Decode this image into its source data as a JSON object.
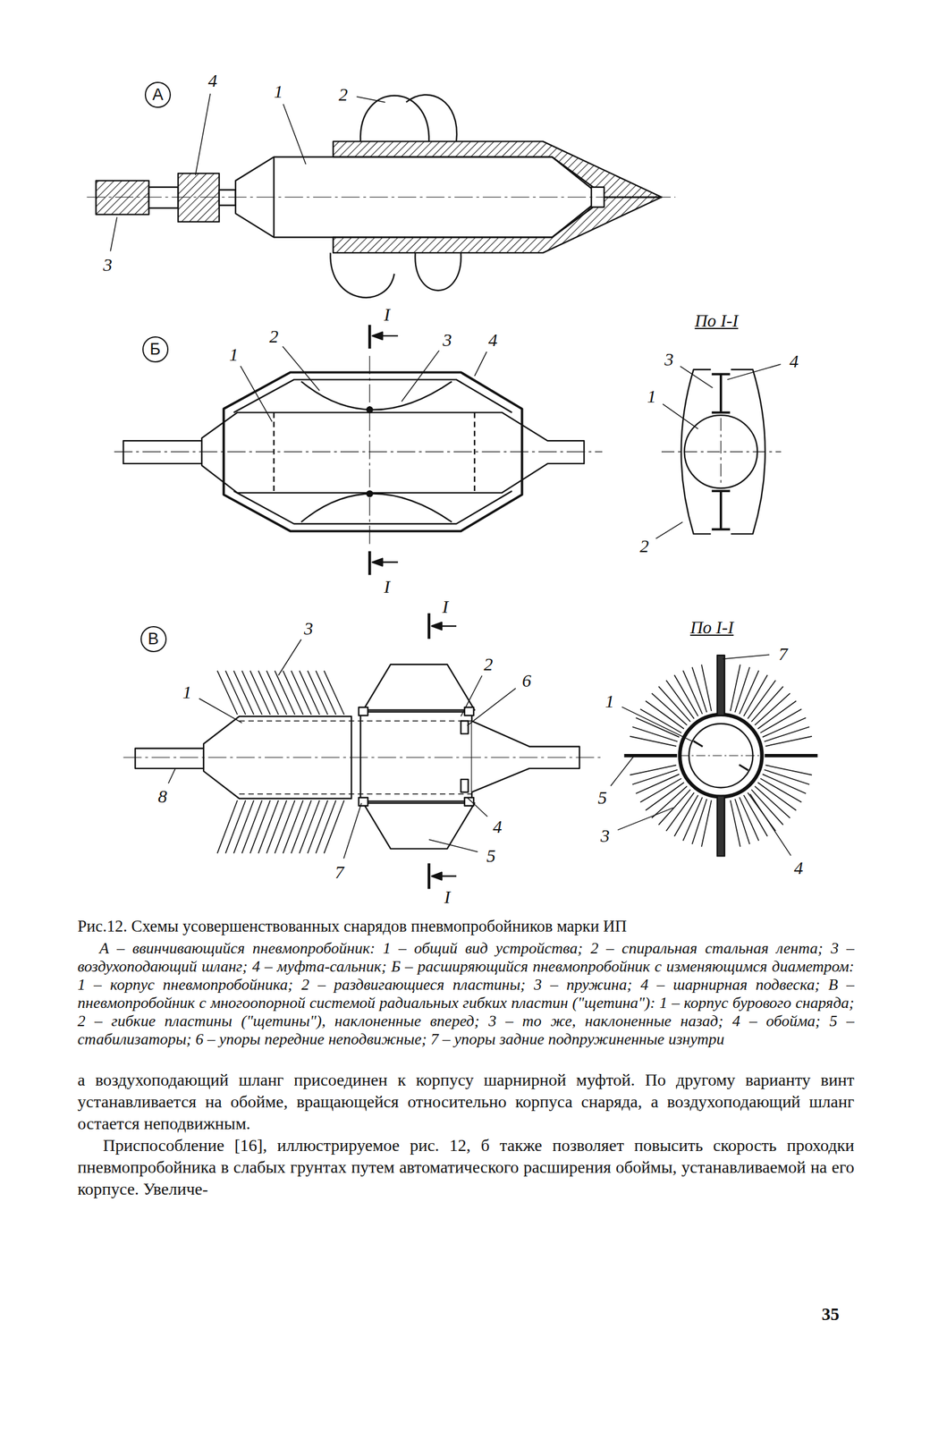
{
  "diagram": {
    "caption": "Рис.12. Схемы усовершенствованных снарядов пневмопробойников марки ИП",
    "nodes": [
      {
        "text": [
          "А"
        ]
      },
      {
        "text": [
          "Б"
        ]
      },
      {
        "text": [
          "В"
        ]
      }
    ],
    "labels": [
      "4",
      "1",
      "2",
      "3",
      "2",
      "3",
      "4",
      "1",
      "I",
      "I",
      "По I-I",
      "3",
      "4",
      "1",
      "2",
      "3",
      "1",
      "I",
      "2",
      "6",
      "8",
      "7",
      "I",
      "4",
      "5",
      "По I-I",
      "7",
      "1",
      "5",
      "3",
      "4",
      "А – ввинчивающийся пневмопробойник: 1 – общий вид устройства; 2 – спиральная стальная лента; 3 – воздухоподающий шланг; 4 – муфта-сальник; Б – расширяющийся пневмопробойник с изменяющимся диаметром: 1 – корпус пневмопробойника; 2 – раздвигающиеся пластины; 3 – пружина; 4 – шарнирная подвеска; В – пневмопробойник с многоопорной системой радиальных гибких пластин (\"щетина\"): 1 – корпус бурового снаряда; 2 – гибкие пластины (\"щетины\"), наклоненные вперед; 3 – то же, наклоненные назад; 4 – обойма; 5 – стабилизаторы; 6 – упоры передние неподвижные; 7 – упоры задние подпружиненные изнутри",
      "а воздухоподающий шланг присоединен к корпусу шарнирной муфтой. По другому варианту винт устанавливается на обойме, вращающейся относительно корпуса снаряда, а воздухоподающий шланг остается неподвижным.",
      "Приспособление [16], иллюстрируемое рис. 12, б также позволяет повысить скорость проходки пневмопробойника в слабых грунтах путем автоматического расширения обоймы, устанавливаемой на его корпусе. Увеличе-",
      "35"
    ]
  }
}
